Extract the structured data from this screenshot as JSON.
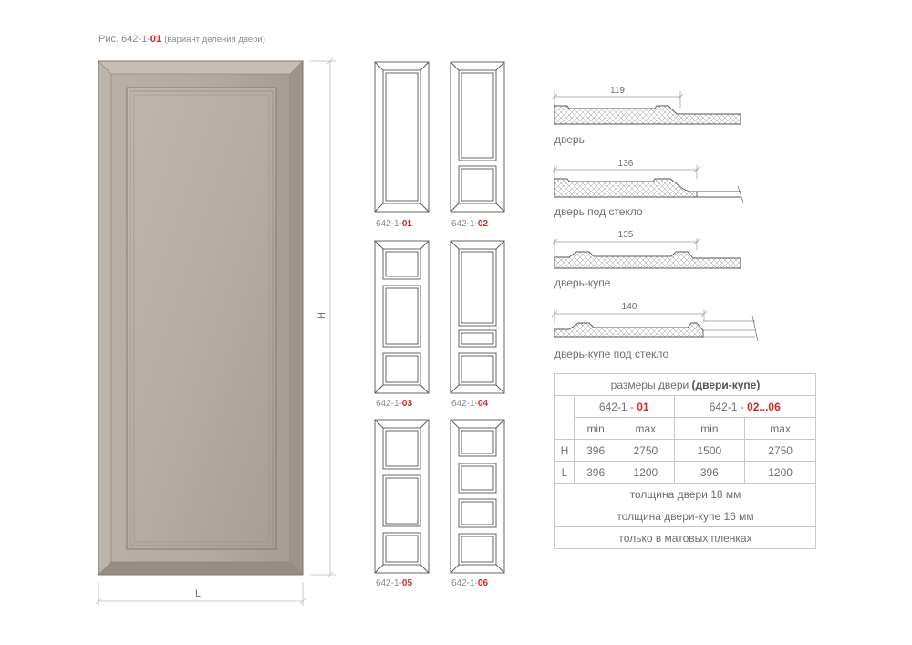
{
  "caption": {
    "prefix": "Рис. 642-1-",
    "code": "01",
    "note": "(вариант деления двери)"
  },
  "door_dimensions": {
    "height_letter": "H",
    "width_letter": "L"
  },
  "variants": [
    {
      "prefix": "642-1-",
      "code": "01"
    },
    {
      "prefix": "642-1-",
      "code": "02"
    },
    {
      "prefix": "642-1-",
      "code": "03"
    },
    {
      "prefix": "642-1-",
      "code": "04"
    },
    {
      "prefix": "642-1-",
      "code": "05"
    },
    {
      "prefix": "642-1-",
      "code": "06"
    }
  ],
  "profiles": [
    {
      "width": "119",
      "label": "дверь"
    },
    {
      "width": "136",
      "label": "дверь под стекло"
    },
    {
      "width": "135",
      "label": "дверь-купе"
    },
    {
      "width": "140",
      "label": "дверь-купе под стекло"
    }
  ],
  "table": {
    "title_plain": "размеры двери ",
    "title_bold": "(двери-купе)",
    "group1": {
      "prefix": "642-1 - ",
      "code": "01"
    },
    "group2": {
      "prefix": "642-1 - ",
      "code": "02...06"
    },
    "min_label": "min",
    "max_label": "max",
    "rows": [
      {
        "label": "H",
        "values": [
          "396",
          "2750",
          "1500",
          "2750"
        ]
      },
      {
        "label": "L",
        "values": [
          "396",
          "1200",
          "396",
          "1200"
        ]
      }
    ],
    "notes": [
      "толщина двери 18 мм",
      "толщина двери-купе 16 мм",
      "только в матовых пленках"
    ]
  }
}
